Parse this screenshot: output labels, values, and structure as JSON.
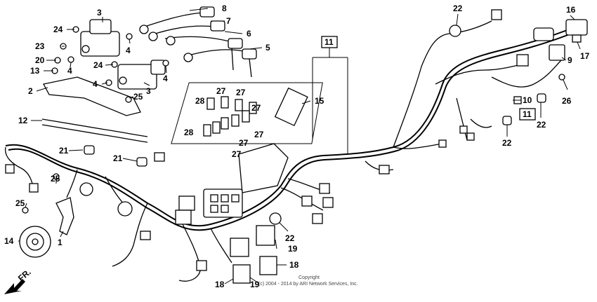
{
  "callouts": {
    "c1": "1",
    "c2": "2",
    "c3a": "3",
    "c3b": "3",
    "c4a": "4",
    "c4b": "4",
    "c4c": "4",
    "c4d": "4",
    "c5": "5",
    "c6": "6",
    "c7": "7",
    "c8": "8",
    "c9": "9",
    "c10": "10",
    "c11a": "11",
    "c11b": "11",
    "c12": "12",
    "c13": "13",
    "c14": "14",
    "c15": "15",
    "c16": "16",
    "c17": "17",
    "c18a": "18",
    "c18b": "18",
    "c19a": "19",
    "c19b": "19",
    "c20": "20",
    "c21a": "21",
    "c21b": "21",
    "c22a": "22",
    "c22b": "22",
    "c22c": "22",
    "c22d": "22",
    "c23": "23",
    "c24a": "24",
    "c24b": "24",
    "c25a": "25",
    "c25b": "25",
    "c25c": "25",
    "c26": "26",
    "c27a": "27",
    "c27b": "27",
    "c27c": "27",
    "c27d": "27",
    "c27e": "27",
    "c27f": "27",
    "c28a": "28",
    "c28b": "28"
  },
  "direction_label": "FR.",
  "copyright": {
    "line1": "Copyright",
    "line2": "(c) 2004 - 2014 by ARI Network Services, Inc."
  }
}
